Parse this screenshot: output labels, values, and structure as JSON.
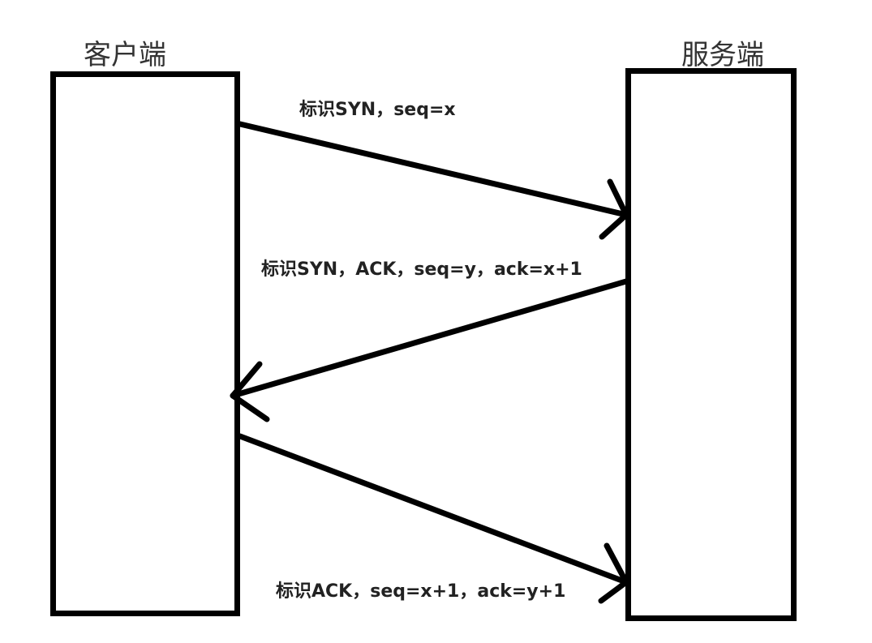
{
  "nodes": {
    "client": {
      "label": "客户端"
    },
    "server": {
      "label": "服务端"
    }
  },
  "messages": [
    {
      "label": "标识SYN，seq=x",
      "direction": "client-to-server"
    },
    {
      "label": "标识SYN，ACK，seq=y，ack=x+1",
      "direction": "server-to-client"
    },
    {
      "label": "标识ACK，seq=x+1，ack=y+1",
      "direction": "client-to-server"
    }
  ],
  "colors": {
    "stroke": "#000000",
    "label_text": "#222222",
    "title_text": "#333333",
    "background": "#ffffff"
  }
}
